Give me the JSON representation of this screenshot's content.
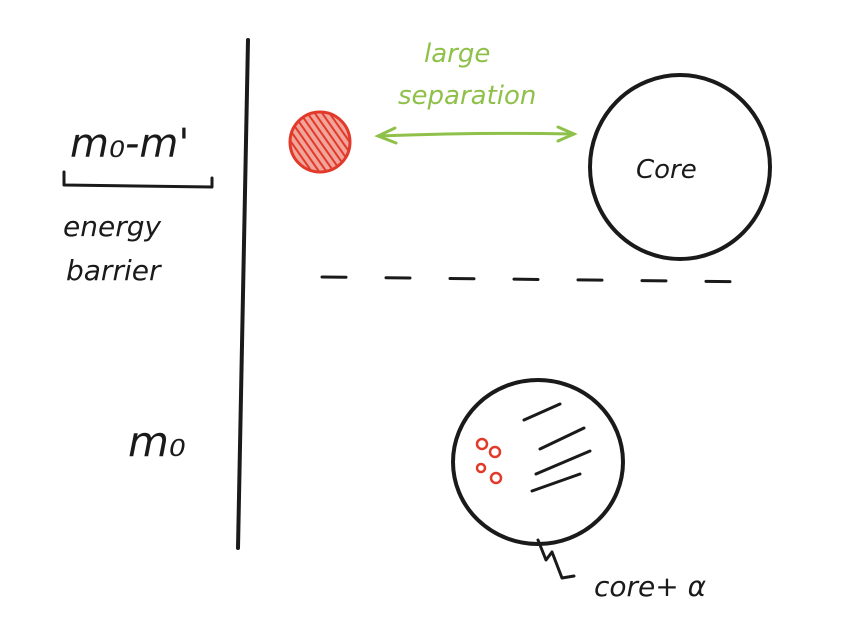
{
  "labels": {
    "upper_level": "m₀-m'",
    "barrier_line1": "energy",
    "barrier_line2": "barrier",
    "lower_level": "m₀",
    "separation_line1": "large",
    "separation_line2": "separation",
    "core": "Core",
    "bound_state": "core+ α"
  },
  "colors": {
    "ink": "#1a1a1a",
    "alpha_red": "#e23a2a",
    "arrow_green": "#8fc14a"
  }
}
